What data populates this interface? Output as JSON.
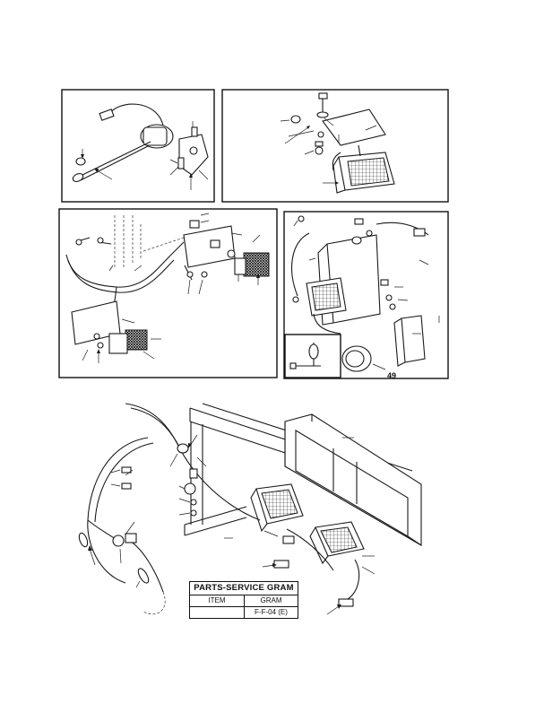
{
  "parts_service_gram": {
    "title": "PARTS-SERVICE GRAM",
    "header": {
      "item": "ITEM",
      "gram": "GRAM"
    },
    "row": {
      "item": "",
      "gram": "F-F-04 (E)"
    }
  },
  "figure_number": "49"
}
